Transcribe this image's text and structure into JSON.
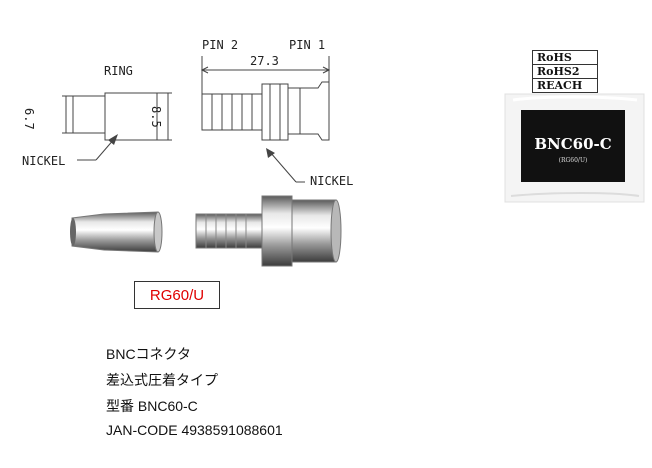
{
  "drawing": {
    "ring_label": "RING",
    "nickel_left_label": "NICKEL",
    "nickel_right_label": "NICKEL",
    "pin2_label": "PIN 2",
    "pin1_label": "PIN 1",
    "dim_length": "27.3",
    "dim_ring_inner": "6.7",
    "dim_ring_outer": "8.5"
  },
  "cable_type": "RG60/U",
  "certifications": [
    "RoHS",
    "RoHS2",
    "REACH"
  ],
  "package": {
    "model": "BNC60-C",
    "sub": "(RG60/U)"
  },
  "product_info": {
    "line1": "BNCコネクタ",
    "line2": "差込式圧着タイプ",
    "line3": "型番 BNC60-C",
    "line4": "JAN-CODE 4938591088601"
  }
}
